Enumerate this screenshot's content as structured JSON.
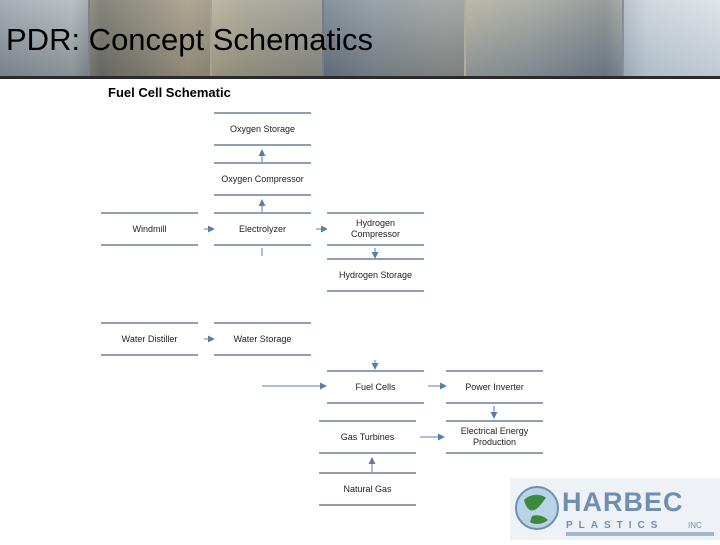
{
  "header": {
    "title": "PDR: Concept Schematics"
  },
  "diagram": {
    "title": "Fuel Cell Schematic",
    "nodes": {
      "oxygen_storage": "Oxygen Storage",
      "oxygen_compressor": "Oxygen Compressor",
      "windmill": "Windmill",
      "electrolyzer": "Electrolyzer",
      "hydrogen_compressor": "Hydrogen Compressor",
      "hydrogen_storage": "Hydrogen Storage",
      "water_distiller": "Water Distiller",
      "water_storage": "Water Storage",
      "fuel_cells": "Fuel Cells",
      "power_inverter": "Power Inverter",
      "gas_turbines": "Gas Turbines",
      "electrical_energy_production": "Electrical Energy Production",
      "natural_gas": "Natural Gas"
    },
    "edges": [
      [
        "oxygen_compressor",
        "oxygen_storage"
      ],
      [
        "electrolyzer",
        "oxygen_compressor"
      ],
      [
        "windmill",
        "electrolyzer"
      ],
      [
        "electrolyzer",
        "hydrogen_compressor"
      ],
      [
        "hydrogen_compressor",
        "hydrogen_storage"
      ],
      [
        "water_distiller",
        "water_storage"
      ],
      [
        "hydrogen_storage",
        "fuel_cells"
      ],
      [
        "fuel_cells",
        "power_inverter"
      ],
      [
        "power_inverter",
        "electrical_energy_production"
      ],
      [
        "gas_turbines",
        "electrical_energy_production"
      ],
      [
        "natural_gas",
        "gas_turbines"
      ]
    ]
  },
  "logo": {
    "name": "HARBEC",
    "subtitle": "PLASTICS INC",
    "colors": {
      "primary": "#6f8fb0",
      "accent": "#3d8a3d"
    }
  },
  "colors": {
    "box_border": "#8fa0b4",
    "arrow": "#5a7fa6"
  }
}
